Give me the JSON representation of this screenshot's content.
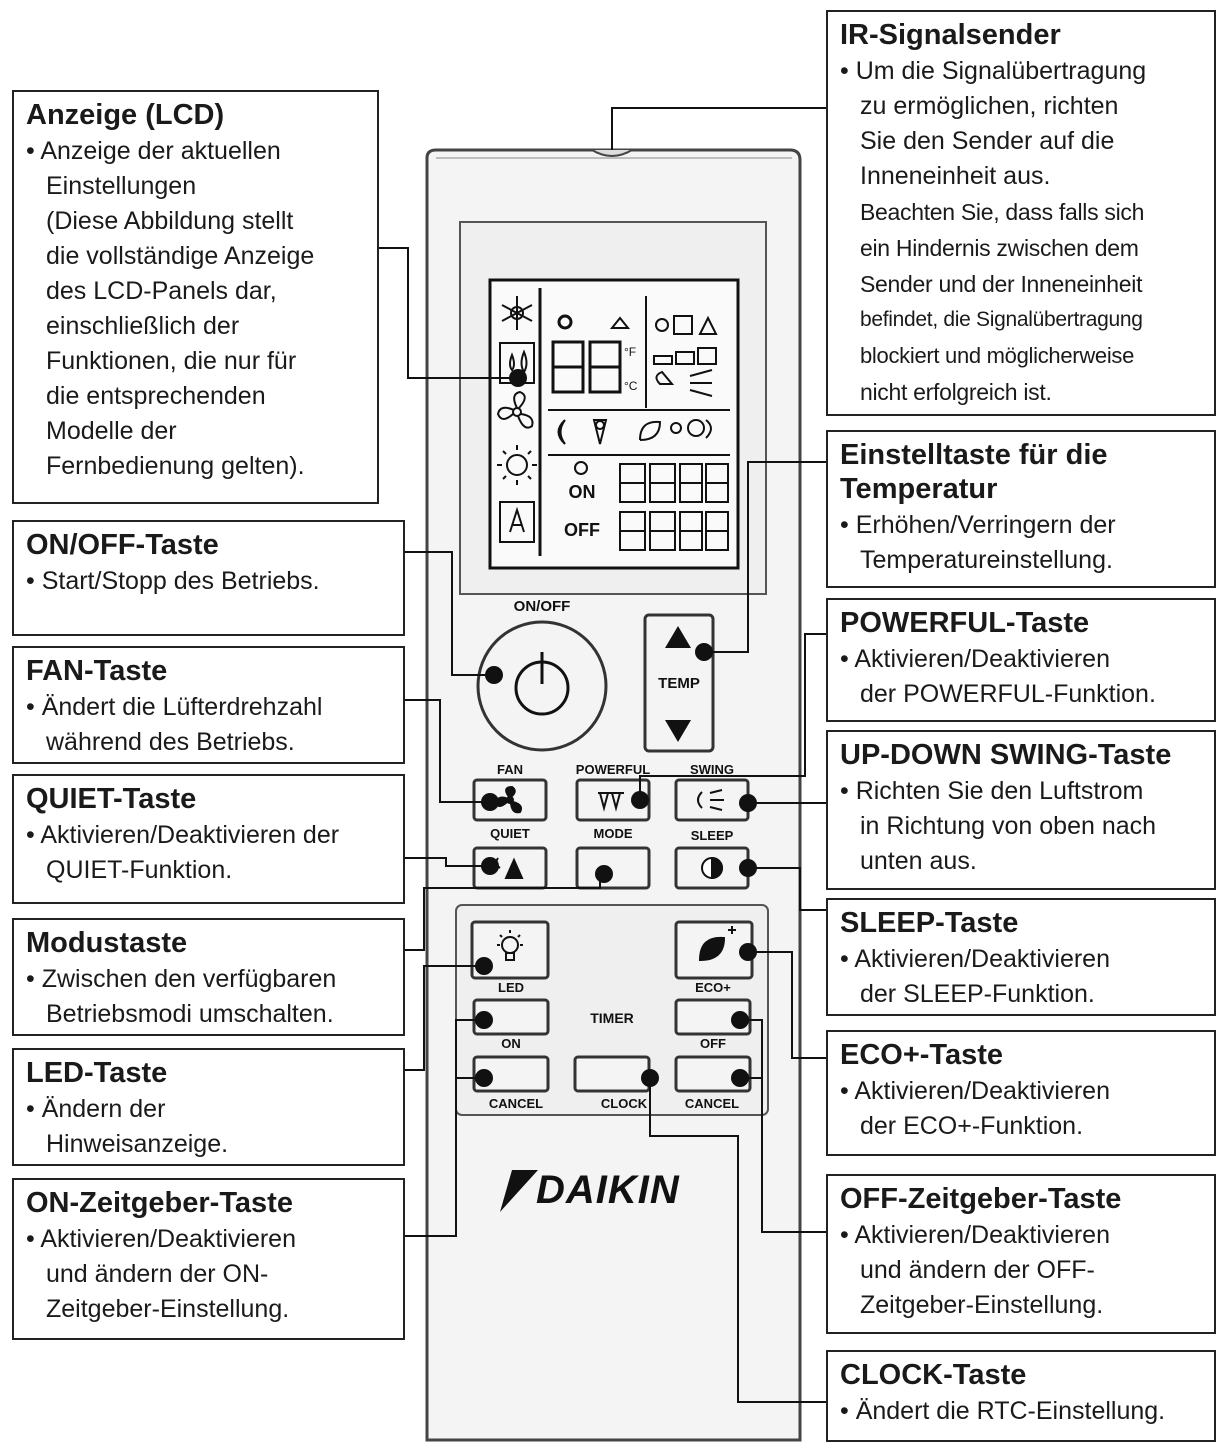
{
  "callouts": {
    "lcd": {
      "title": "Anzeige (LCD)",
      "lines": [
        "• Anzeige der aktuellen",
        "Einstellungen",
        "(Diese Abbildung stellt",
        "die vollständige Anzeige",
        "des LCD-Panels dar,",
        "einschließlich der",
        "Funktionen, die nur für",
        "die entsprechenden",
        "Modelle der",
        "Fernbedienung gelten)."
      ]
    },
    "onoff": {
      "title": "ON/OFF-Taste",
      "lines": [
        "• Start/Stopp des Betriebs."
      ]
    },
    "fan": {
      "title": "FAN-Taste",
      "lines": [
        "• Ändert die Lüfterdrehzahl",
        "während des Betriebs."
      ]
    },
    "quiet": {
      "title": "QUIET-Taste",
      "lines": [
        "• Aktivieren/Deaktivieren der",
        "QUIET-Funktion."
      ]
    },
    "mode": {
      "title": "Modustaste",
      "lines": [
        "• Zwischen den verfügbaren",
        "Betriebsmodi umschalten."
      ]
    },
    "led": {
      "title": "LED-Taste",
      "lines": [
        "• Ändern der",
        "Hinweisanzeige."
      ]
    },
    "ontimer": {
      "title": "ON-Zeitgeber-Taste",
      "lines": [
        "• Aktivieren/Deaktivieren",
        "und ändern der ON-",
        "Zeitgeber-Einstellung."
      ]
    },
    "ir": {
      "title": "IR-Signalsender",
      "lines": [
        "• Um die Signalübertragung",
        "zu ermöglichen, richten",
        "Sie den Sender auf die",
        "Inneneinheit aus."
      ],
      "note": [
        "Beachten Sie, dass falls sich",
        "ein Hindernis zwischen dem",
        "Sender und der Inneneinheit",
        "befindet, die Signalübertragung",
        "blockiert und möglicherweise",
        "nicht erfolgreich ist."
      ]
    },
    "temp": {
      "title": "Einstelltaste für die Temperatur",
      "lines": [
        "• Erhöhen/Verringern der",
        "Temperatureinstellung."
      ]
    },
    "powerful": {
      "title": "POWERFUL-Taste",
      "lines": [
        "• Aktivieren/Deaktivieren",
        "der POWERFUL-Funktion."
      ]
    },
    "swing": {
      "title": "UP-DOWN SWING-Taste",
      "lines": [
        "• Richten Sie den Luftstrom",
        "in Richtung von oben nach",
        "unten aus."
      ]
    },
    "sleep": {
      "title": "SLEEP-Taste",
      "lines": [
        "• Aktivieren/Deaktivieren",
        "der SLEEP-Funktion."
      ]
    },
    "eco": {
      "title": "ECO+-Taste",
      "lines": [
        "• Aktivieren/Deaktivieren",
        "der ECO+-Funktion."
      ]
    },
    "offtimer": {
      "title": "OFF-Zeitgeber-Taste",
      "lines": [
        "• Aktivieren/Deaktivieren",
        "und ändern der OFF-",
        "Zeitgeber-Einstellung."
      ]
    },
    "clock": {
      "title": "CLOCK-Taste",
      "lines": [
        "• Ändert die RTC-Einstellung."
      ]
    }
  },
  "remote": {
    "labels": {
      "onoff": "ON/OFF",
      "temp": "TEMP",
      "fan": "FAN",
      "powerful": "POWERFUL",
      "swing": "SWING",
      "quiet": "QUIET",
      "mode": "MODE",
      "sleep": "SLEEP",
      "led": "LED",
      "eco": "ECO+",
      "timer": "TIMER",
      "on": "ON",
      "off": "OFF",
      "cancel_left": "CANCEL",
      "clock": "CLOCK",
      "cancel_right": "CANCEL",
      "lcd_on": "ON",
      "lcd_off": "OFF",
      "lcd_digits_on": "88:88",
      "lcd_digits_off": "88:88",
      "lcd_temp": "88"
    },
    "brand": "DAIKIN"
  }
}
